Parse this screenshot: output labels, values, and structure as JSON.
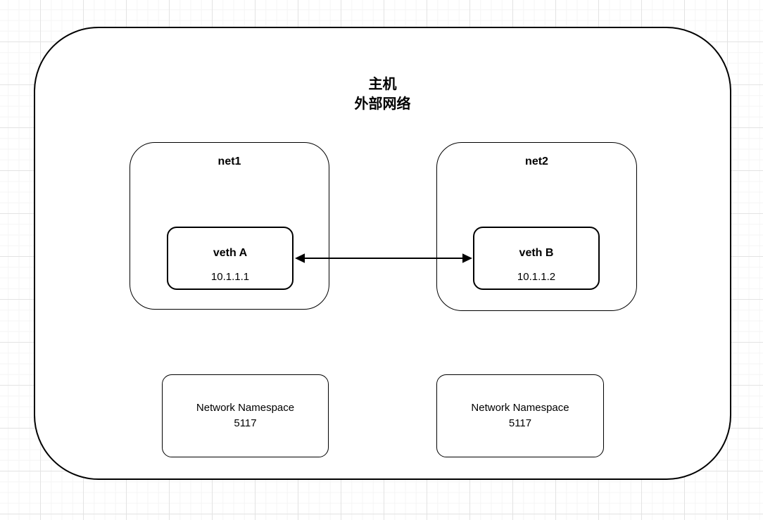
{
  "host": {
    "title_line1": "主机",
    "title_line2": "外部网络"
  },
  "net1": {
    "label": "net1"
  },
  "net2": {
    "label": "net2"
  },
  "veth_a": {
    "label": "veth A",
    "ip": "10.1.1.1"
  },
  "veth_b": {
    "label": "veth B",
    "ip": "10.1.1.2"
  },
  "namespace_left": {
    "line1": "Network Namespace",
    "line2": "5117"
  },
  "namespace_right": {
    "line1": "Network Namespace",
    "line2": "5117"
  },
  "colors": {
    "stroke": "#000000",
    "shape_fill": "#ffffff",
    "canvas_bg": "#ffffff",
    "grid_minor": "#f5f5f5",
    "grid_major": "#e3e3e3"
  }
}
